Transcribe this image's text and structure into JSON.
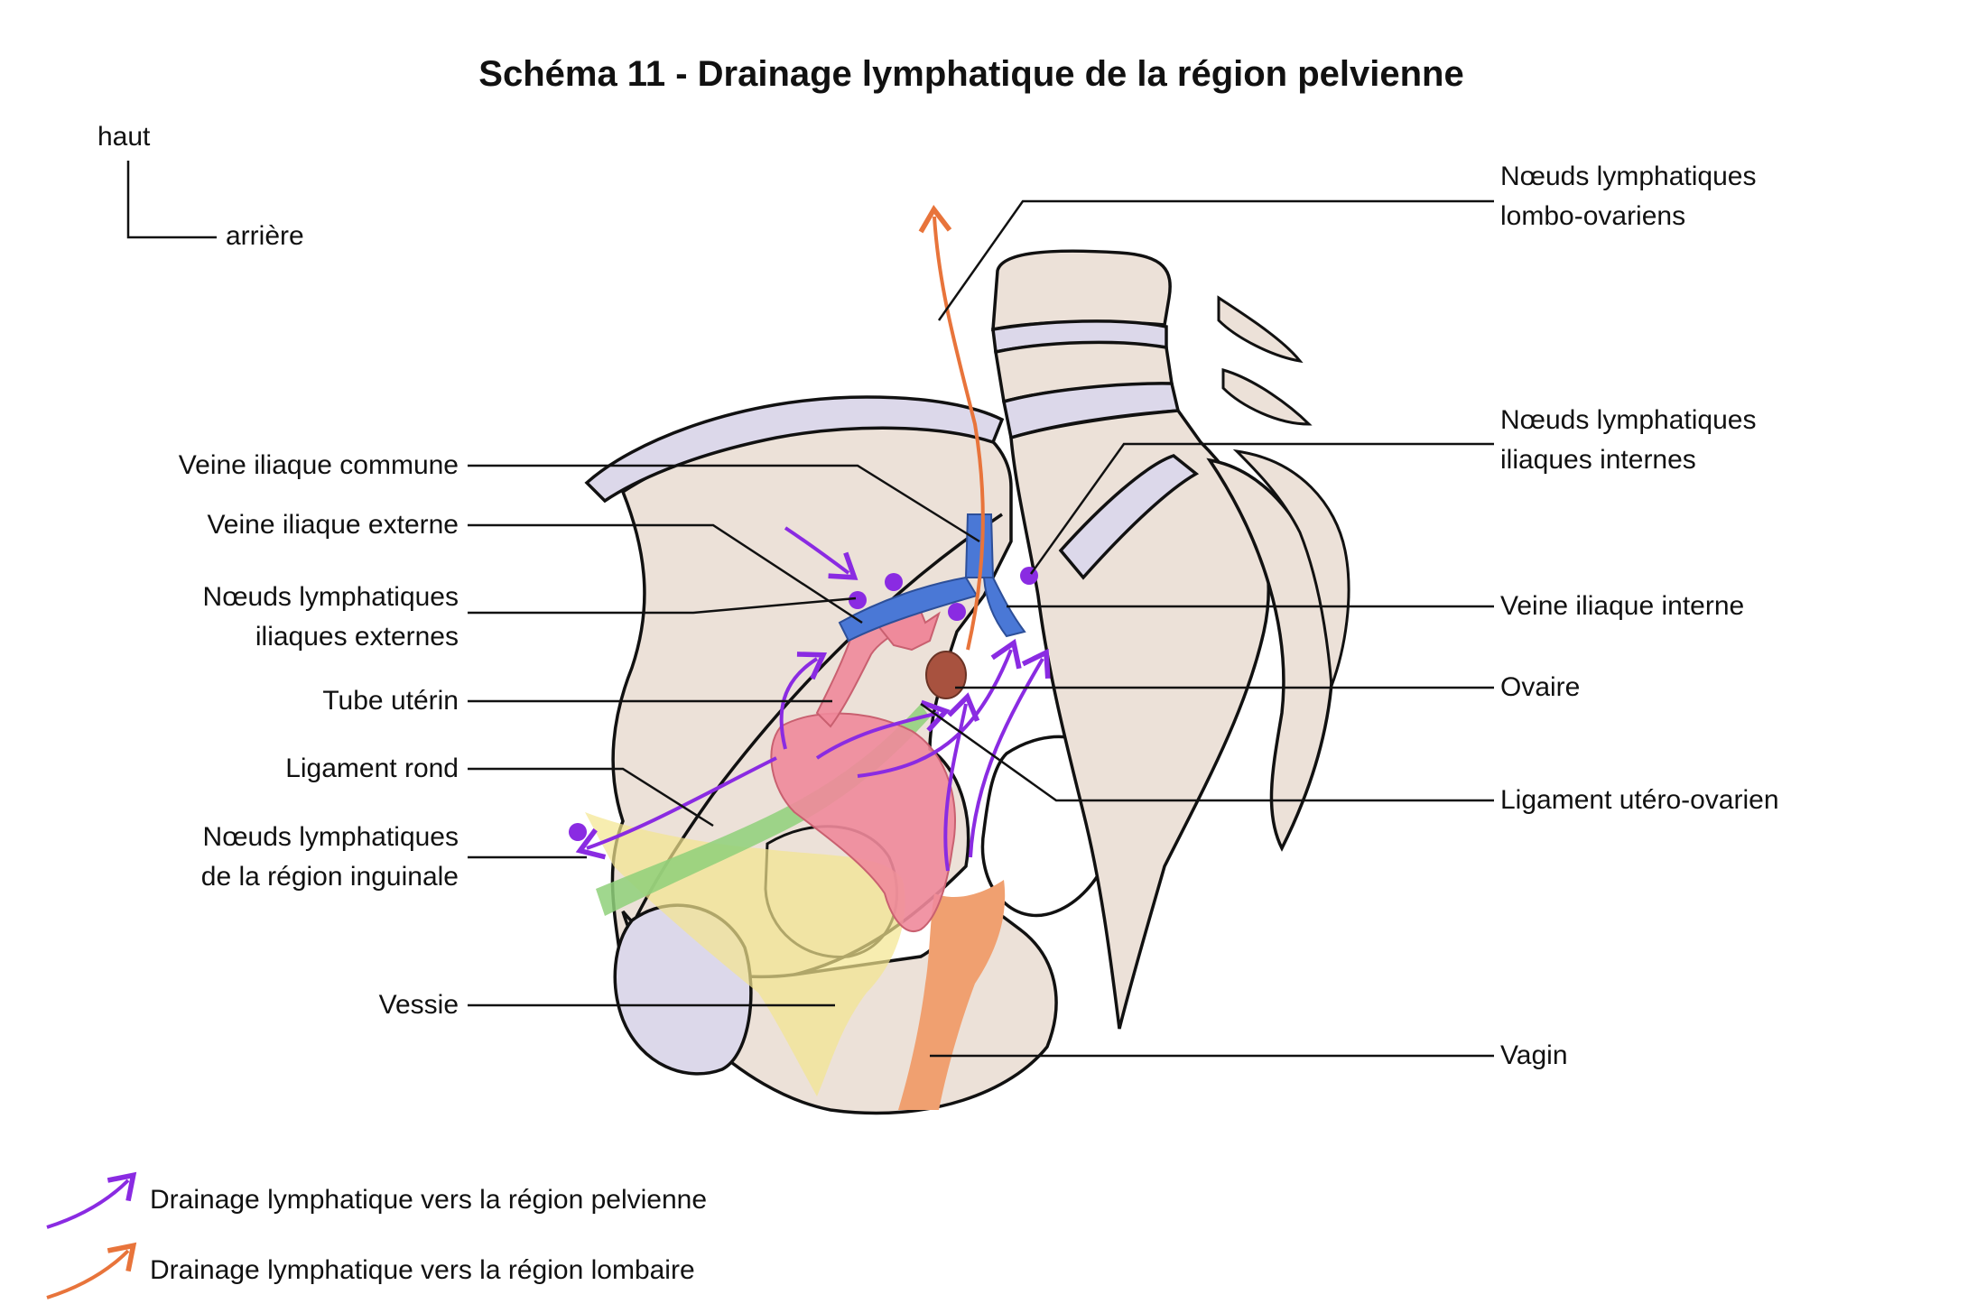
{
  "title": "Schéma 11 - Drainage lymphatique de la région pelvienne",
  "orientation": {
    "up": "haut",
    "back": "arrière"
  },
  "labels_left": [
    {
      "id": "veine-iliaque-commune",
      "lines": [
        "Veine iliaque commune"
      ]
    },
    {
      "id": "veine-iliaque-externe",
      "lines": [
        "Veine iliaque externe"
      ]
    },
    {
      "id": "noeuds-iliaques-externes",
      "lines": [
        "Nœuds lymphatiques",
        "iliaques externes"
      ]
    },
    {
      "id": "tube-uterin",
      "lines": [
        "Tube utérin"
      ]
    },
    {
      "id": "ligament-rond",
      "lines": [
        "Ligament rond"
      ]
    },
    {
      "id": "noeuds-inguinaux",
      "lines": [
        "Nœuds lymphatiques",
        "de la région inguinale"
      ]
    },
    {
      "id": "vessie",
      "lines": [
        "Vessie"
      ]
    }
  ],
  "labels_right": [
    {
      "id": "noeuds-lombo-ovariens",
      "lines": [
        "Nœuds lymphatiques",
        "lombo-ovariens"
      ]
    },
    {
      "id": "noeuds-iliaques-internes",
      "lines": [
        "Nœuds lymphatiques",
        "iliaques internes"
      ]
    },
    {
      "id": "veine-iliaque-interne",
      "lines": [
        "Veine iliaque interne"
      ]
    },
    {
      "id": "ovaire",
      "lines": [
        "Ovaire"
      ]
    },
    {
      "id": "ligament-utero-ovarien",
      "lines": [
        "Ligament utéro-ovarien"
      ]
    },
    {
      "id": "vagin",
      "lines": [
        "Vagin"
      ]
    }
  ],
  "legend": [
    {
      "label": "Drainage lymphatique vers la région pelvienne",
      "color": "#8a2be2"
    },
    {
      "label": "Drainage lymphatique vers la région lombaire",
      "color": "#e8743b"
    }
  ],
  "colors": {
    "bone": "#ece1d8",
    "disc": "#dcd8ea",
    "vein": "#4a78d6",
    "uterus": "#ef8a9b",
    "ovary": "#a8523f",
    "ligament": "#8fd07a",
    "bladder": "#f4e58e",
    "vagina": "#f0a070",
    "pelvic_drainage": "#8a2be2",
    "lumbar_drainage": "#e8743b"
  }
}
